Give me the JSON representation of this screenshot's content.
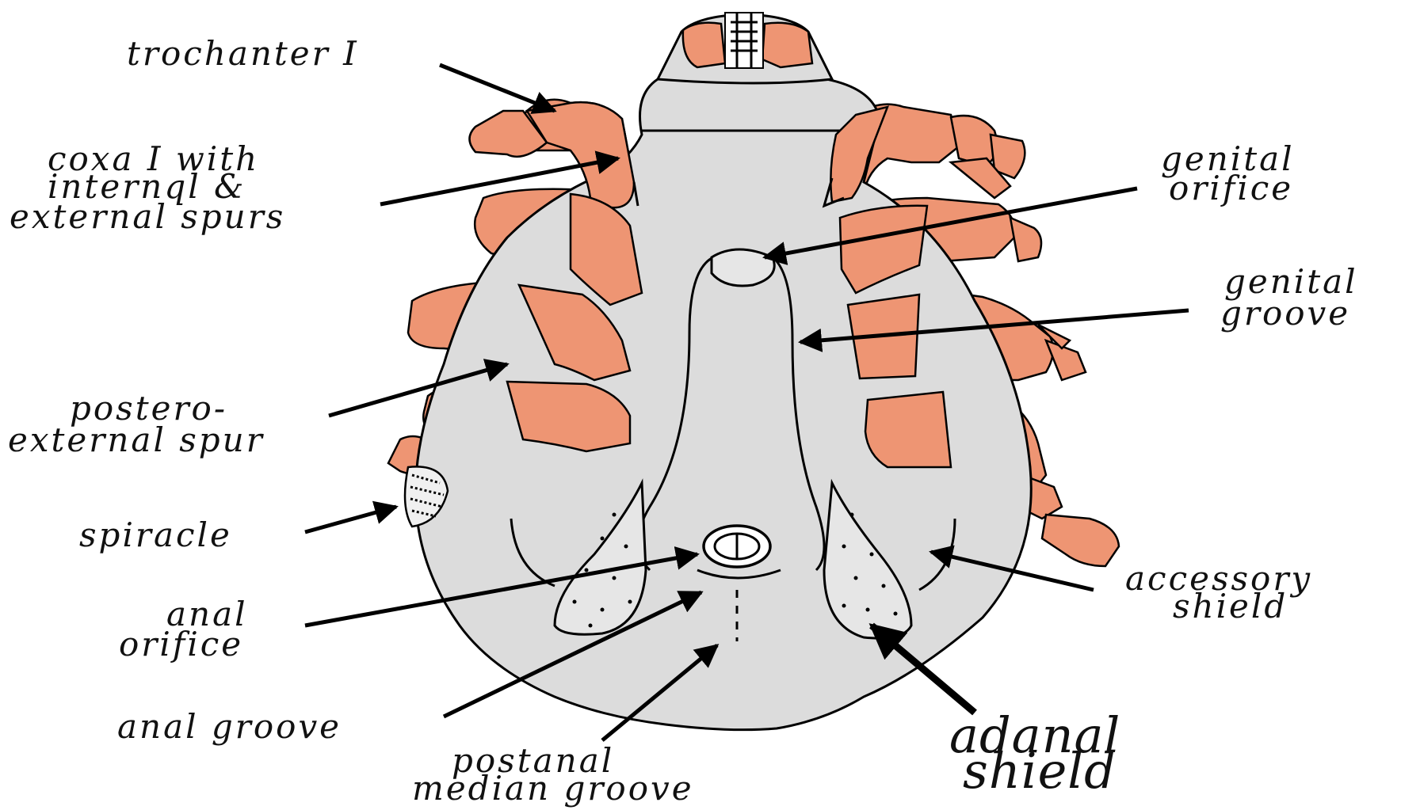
{
  "labels": {
    "trochanter": [
      "trochanter I"
    ],
    "coxa": [
      "coxa I with",
      "internql & ",
      "external spurs"
    ],
    "postero": [
      "postero-",
      "external spur"
    ],
    "spiracle": [
      "spiracle"
    ],
    "anal_orifice": [
      "anal",
      "orifice"
    ],
    "anal_groove": [
      "anal groove"
    ],
    "postanal": [
      "postanal",
      "median groove"
    ],
    "genital_orifice": [
      "genital",
      "orifice"
    ],
    "genital_groove": [
      "genital",
      "groove"
    ],
    "accessory": [
      "accessory",
      "shield"
    ],
    "adanal": [
      "adanal",
      "shield"
    ]
  },
  "colors": {
    "leg": "#ee9573",
    "body": "#dcdcdc",
    "shield": "#e6e6e6",
    "ink": "#000000"
  }
}
